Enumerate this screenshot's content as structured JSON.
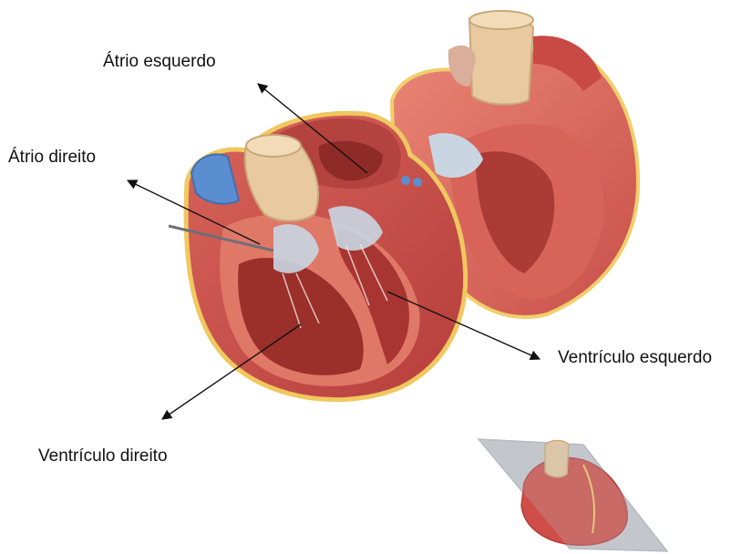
{
  "labels": {
    "atrio_esquerdo": "Átrio esquerdo",
    "atrio_direito": "Átrio direito",
    "ventriculo_esquerdo": "Ventrículo esquerdo",
    "ventriculo_direito": "Ventrículo direito"
  },
  "colors": {
    "myocardium": "#c8494a",
    "myocardium_light": "#e47a6e",
    "chamber": "#9b2f2a",
    "fat": "#f0c860",
    "valve": "#c9d6e2",
    "vessel_tan": "#e8c9a0",
    "vessel_blue": "#5b8ed0",
    "arrow": "#111111",
    "plane": "#9aa0a8"
  }
}
